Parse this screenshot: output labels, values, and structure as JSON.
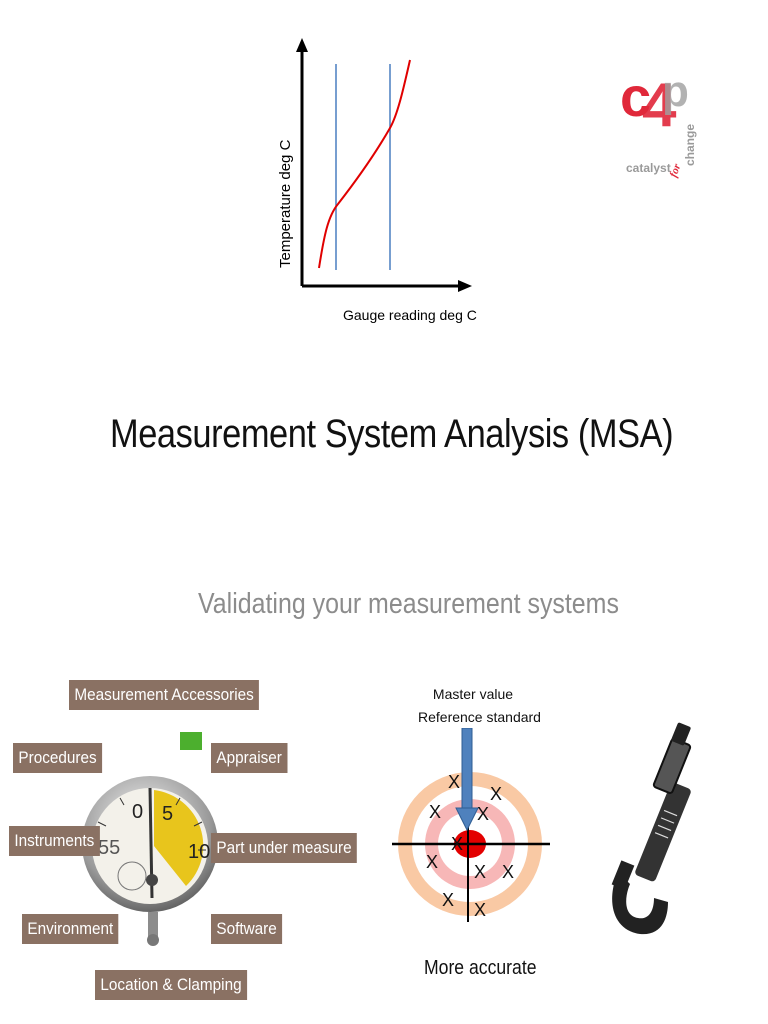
{
  "chart": {
    "x_label": "Gauge reading deg C",
    "y_label": "Temperature deg C",
    "colors": {
      "curve": "#e00000",
      "limits": "#4a7fc1",
      "axes": "#000000"
    }
  },
  "logo": {
    "brand": "c4p",
    "tagline_1": "catalyst",
    "tagline_2": "for",
    "tagline_3": "change",
    "colors": {
      "red": "#e0283a",
      "grey": "#a0a0a0"
    }
  },
  "slide": {
    "title": "Measurement System Analysis (MSA)",
    "subtitle": "Validating your measurement systems"
  },
  "gauge": {
    "tags": {
      "accessories": "Measurement Accessories",
      "procedures": "Procedures",
      "appraiser": "Appraiser",
      "instruments": "Instruments",
      "part": "Part under measure",
      "environment": "Environment",
      "software": "Software",
      "location": "Location & Clamping"
    },
    "dial": {
      "n0": "0",
      "n5": "5",
      "n10": "10",
      "n55": "55"
    },
    "colors": {
      "tag_bg": "#8a7163",
      "dial_yellow": "#e8c51c"
    }
  },
  "target": {
    "master_value": "Master value",
    "reference": "Reference standard",
    "mark": "X",
    "caption": "More accurate",
    "colors": {
      "outer": "#f9c9a4",
      "middle": "#f7b7b7",
      "bull": "#e30000",
      "arrow": "#4f81bd"
    }
  },
  "micrometer": {
    "icon": "micrometer-icon"
  }
}
